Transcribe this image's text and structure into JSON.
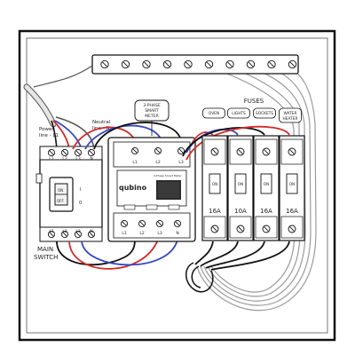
{
  "labels": {
    "power_line": "Power line - L1",
    "power_line_a": "Power",
    "power_line_b": "line - L1",
    "neutral_line_a": "Neutral",
    "neutral_line_b": "line - N",
    "meter_callout_1": "3-PHASE",
    "meter_callout_2": "SMART",
    "meter_callout_3": "METER",
    "fuses_title": "FUSES",
    "main_switch_1": "MAIN",
    "main_switch_2": "SWITCH",
    "meter_brand": "qubino",
    "meter_model": "3-Phase Smart Meter"
  },
  "terminal_labels": {
    "switch_top": [
      "L1",
      "L2",
      "L3",
      "N"
    ],
    "switch_bottom": [
      "L1",
      "L2",
      "L3",
      "N"
    ],
    "meter_top": [
      "L1",
      "L2",
      "L3"
    ],
    "meter_bottom": [
      "L1",
      "L2",
      "L3",
      "N"
    ]
  },
  "switch_toggle": {
    "on": "ON",
    "off": "OFF",
    "i": "I",
    "o": "0"
  },
  "fuse_tags": [
    "OVEN",
    "LIGHTS",
    "SOCKETS",
    "WATER HEATER"
  ],
  "fuses": [
    {
      "rating": "16A",
      "toggle": "ON"
    },
    {
      "rating": "10A",
      "toggle": "ON"
    },
    {
      "rating": "16A",
      "toggle": "ON"
    },
    {
      "rating": "16A",
      "toggle": "ON"
    }
  ],
  "wire_colors": {
    "red": "#d42a2a",
    "blue": "#3548c4",
    "black": "#111111",
    "grey": "#9a9a9a"
  }
}
